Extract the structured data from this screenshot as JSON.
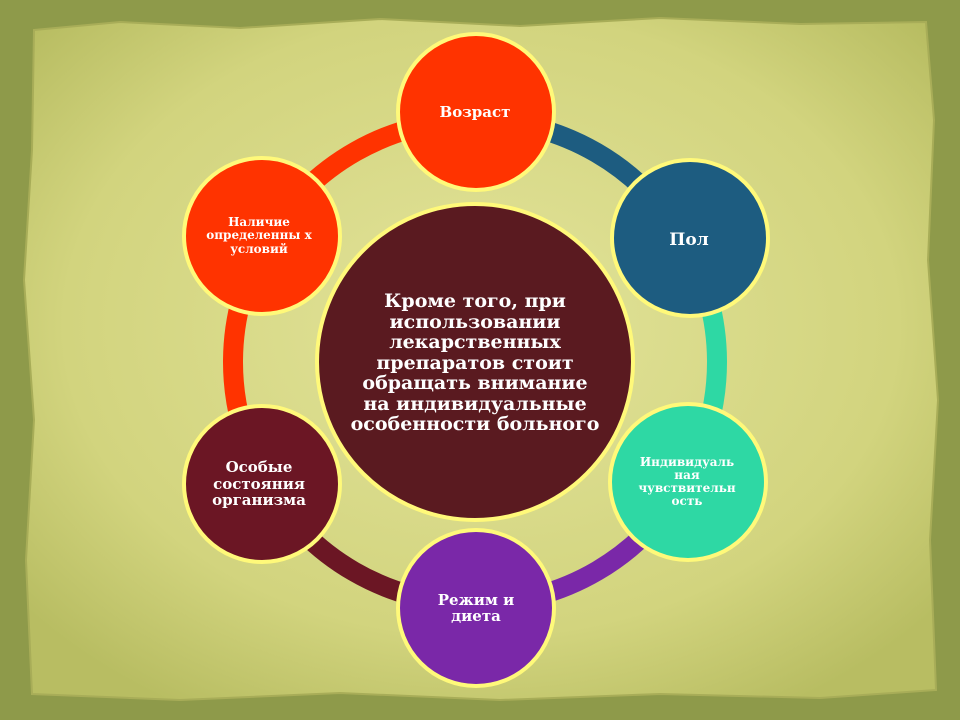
{
  "center": {
    "text": "Кроме того, при использовании лекарственных препаратов стоит обращать внимание на индивидуальные особенности больного"
  },
  "nodes": [
    {
      "id": "vozrast",
      "label": "Возраст",
      "color": "#ff3300"
    },
    {
      "id": "pol",
      "label": "Пол",
      "color": "#1d5c80"
    },
    {
      "id": "chuvstvitelnost",
      "label": "Индивидуаль ная чувствительн ость",
      "color": "#2ed8a4"
    },
    {
      "id": "rezhim",
      "label": "Режим и диета",
      "color": "#7a28a8"
    },
    {
      "id": "sostoyaniya",
      "label": "Особые состояния организма",
      "color": "#6b1624"
    },
    {
      "id": "usloviya",
      "label": "Наличие определенны х условий",
      "color": "#ff3300"
    }
  ],
  "colors": {
    "background": "#8e9a4a",
    "paper": "#d6d884",
    "center_fill": "#5a1a20",
    "node_border": "#fff97a"
  }
}
